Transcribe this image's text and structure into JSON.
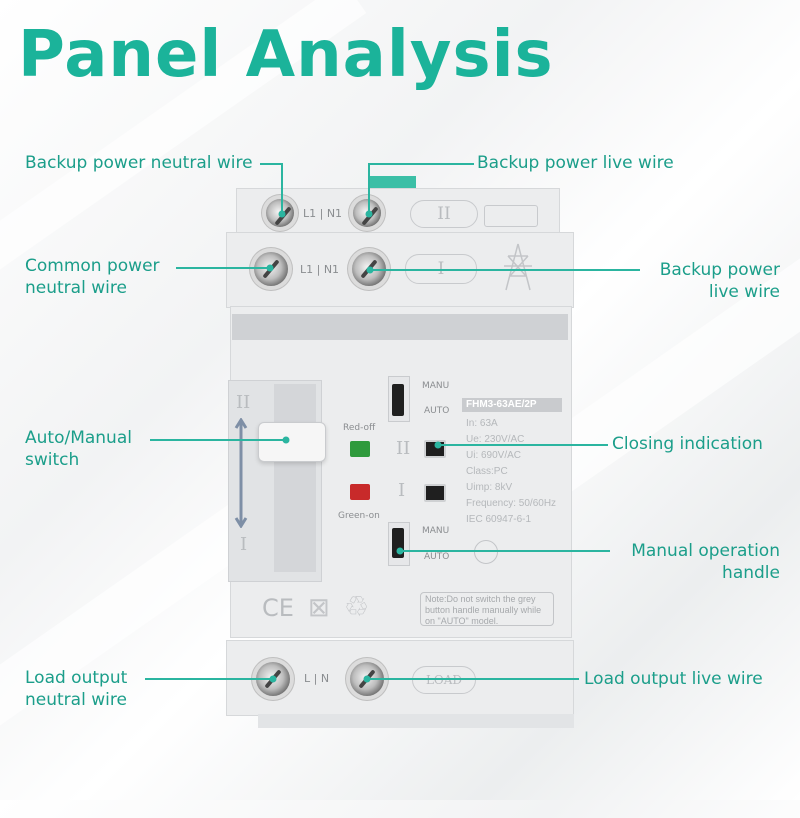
{
  "title": "Panel Analysis",
  "colors": {
    "accent": "#1bb39a",
    "lead": "#2bb5a0",
    "device": "#ecedee"
  },
  "labels": {
    "backup_neutral": "Backup power neutral wire",
    "backup_live_top": "Backup power live wire",
    "common_neutral_1": "Common power",
    "common_neutral_2": "neutral wire",
    "backup_live_1": "Backup power",
    "backup_live_2": "live wire",
    "auto_manual_1": "Auto/Manual",
    "auto_manual_2": "switch",
    "closing": "Closing indication",
    "manual_handle_1": "Manual operation",
    "manual_handle_2": "handle",
    "load_neutral_1": "Load output",
    "load_neutral_2": "neutral wire",
    "load_live": "Load output live wire"
  },
  "device": {
    "terminal_top_labels": "L1 | N1",
    "terminal_mid_labels": "L1 | N1",
    "roman_two": "II",
    "roman_one": "I",
    "load_terminal_labels": "L | N",
    "load_tag": "LOAD",
    "red_off": "Red-off",
    "green_on": "Green-on",
    "manu_top": "MANU",
    "auto_top": "AUTO",
    "manu_bottom": "MANU",
    "auto_bottom": "AUTO",
    "model": "FHM3-63AE/2P",
    "specs": [
      "In: 63A",
      "Ue: 230V/AC",
      "Ui: 690V/AC",
      "Class:PC",
      "Uimp: 8kV",
      "Frequency: 50/60Hz",
      "IEC 60947-6-1"
    ],
    "ce_mark": "CE",
    "note": "Note:Do not switch the grey button handle manually while on \"AUTO\" model."
  }
}
